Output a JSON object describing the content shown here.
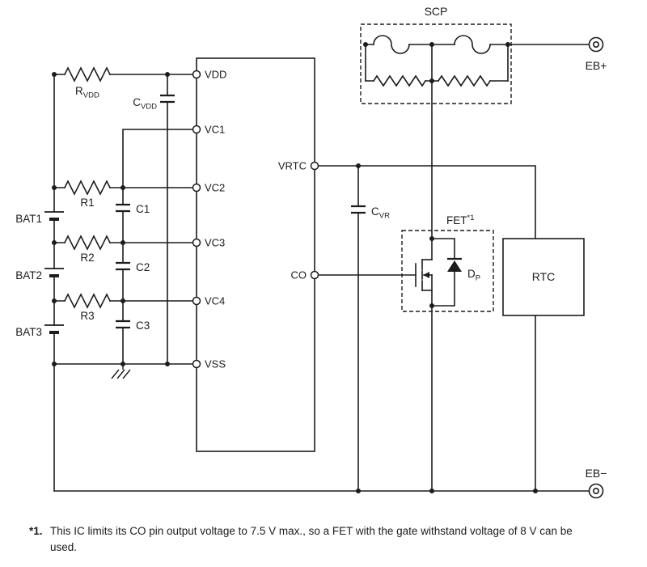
{
  "blocks": {
    "scp": "SCP",
    "fet": {
      "base": "FET",
      "sup": "*1"
    },
    "rtc": "RTC"
  },
  "terminals": {
    "eb_plus": "EB+",
    "eb_minus": "EB−"
  },
  "ic": {
    "pins_left": [
      "VDD",
      "VC1",
      "VC2",
      "VC3",
      "VC4",
      "VSS"
    ],
    "pins_right": [
      "VRTC",
      "CO"
    ]
  },
  "components": {
    "rvdd": {
      "base": "R",
      "sub": "VDD"
    },
    "cvdd": {
      "base": "C",
      "sub": "VDD"
    },
    "cvr": {
      "base": "C",
      "sub": "VR"
    },
    "r1": "R1",
    "r2": "R2",
    "r3": "R3",
    "c1": "C1",
    "c2": "C2",
    "c3": "C3",
    "dp": {
      "base": "D",
      "sub": "P"
    }
  },
  "batteries": [
    "BAT1",
    "BAT2",
    "BAT3"
  ],
  "footnote": {
    "marker": "*1.",
    "line1": "This IC limits its CO pin output voltage to 7.5 V max., so a FET with the gate withstand voltage of 8 V can be",
    "line2": "used."
  }
}
